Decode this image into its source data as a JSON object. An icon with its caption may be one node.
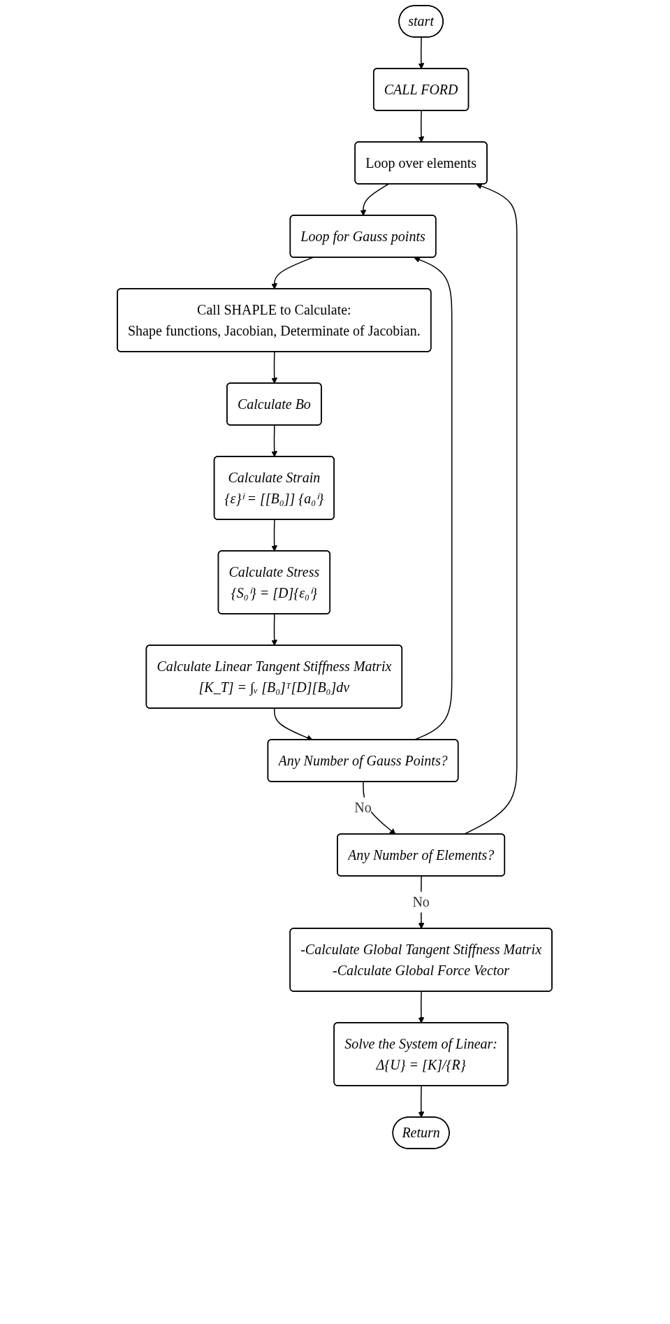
{
  "diagram": {
    "nodes": [
      {
        "text": [
          "start"
        ]
      },
      {
        "text": [
          "CALL FORD"
        ]
      },
      {
        "text": [
          "Loop over elements"
        ]
      },
      {
        "text": [
          "Loop for Gauss points"
        ]
      },
      {
        "text": [
          "Call SHAPLE to Calculate:",
          "Shape functions, Jacobian, Determinate of Jacobian."
        ]
      },
      {
        "text": [
          "Calculate Bo"
        ]
      },
      {
        "text": [
          "Calculate Strain",
          "{ε}ⁱ = [[B₀]] {a₀ⁱ}"
        ]
      },
      {
        "text": [
          "Calculate Stress",
          "{S₀ⁱ} = [D]{ε₀ⁱ}"
        ]
      },
      {
        "text": [
          "Calculate Linear Tangent Stiffness Matrix",
          "[K_T] = ∫ᵥ [B₀]ᵀ[D][B₀]dv"
        ]
      },
      {
        "text": [
          "Any Number of Gauss Points?"
        ]
      },
      {
        "text": [
          "Any Number of Elements?"
        ]
      },
      {
        "text": [
          "-Calculate Global Tangent Stiffness Matrix",
          "-Calculate Global Force Vector"
        ]
      },
      {
        "text": [
          "Solve the System of Linear:",
          "Δ{U} = [K]/{R}"
        ]
      },
      {
        "text": [
          "Return"
        ]
      }
    ],
    "edges": [
      {
        "from": 0,
        "to": 1,
        "arrow": "to"
      },
      {
        "from": 1,
        "to": 2,
        "arrow": "to"
      },
      {
        "from": 2,
        "to": 3,
        "arrow": "to"
      },
      {
        "from": 3,
        "to": 4,
        "arrow": "to"
      },
      {
        "from": 4,
        "to": 5,
        "arrow": "to"
      },
      {
        "from": 5,
        "to": 6,
        "arrow": "to"
      },
      {
        "from": 6,
        "to": 7,
        "arrow": "to"
      },
      {
        "from": 7,
        "to": 8,
        "arrow": "to"
      },
      {
        "from": 8,
        "to": 9,
        "arrow": "to"
      },
      {
        "from": 9,
        "to": 3,
        "arrow": "to"
      },
      {
        "from": 9,
        "to": 10,
        "label": "No",
        "arrow": "to"
      },
      {
        "from": 10,
        "to": 2,
        "arrow": "to"
      },
      {
        "from": 10,
        "to": 11,
        "label": "No",
        "arrow": "to"
      },
      {
        "from": 11,
        "to": 12,
        "arrow": "to"
      },
      {
        "from": 12,
        "to": 13,
        "arrow": "to"
      }
    ]
  }
}
